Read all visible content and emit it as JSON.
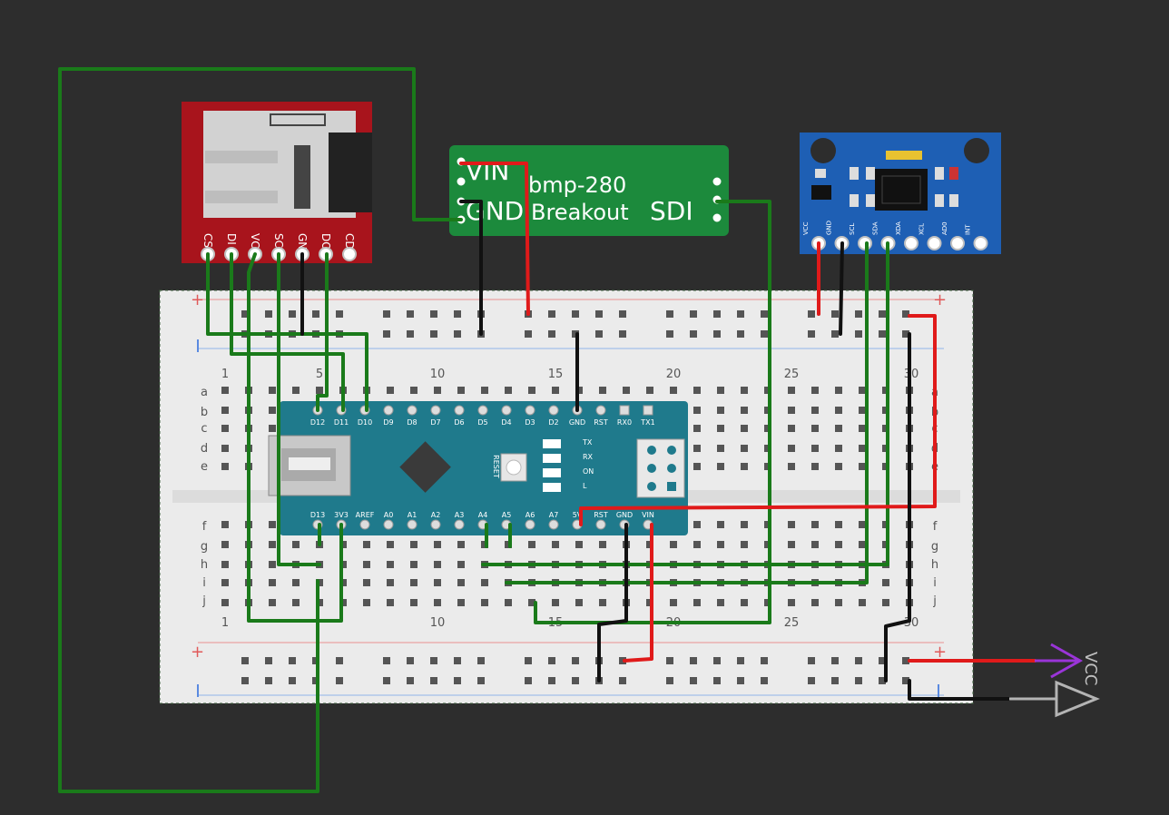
{
  "sd_module": {
    "pins": [
      "CS",
      "DI",
      "VCC",
      "SCK",
      "GND",
      "DO",
      "CD"
    ]
  },
  "bmp280": {
    "name_line1": "bmp-280",
    "name_line2": "Breakout",
    "pin_vin": "VIN",
    "pin_gnd": "GND",
    "pin_sdi": "SDI"
  },
  "imu": {
    "pins": [
      "VCC",
      "GND",
      "SCL",
      "SDA",
      "XDA",
      "XCL",
      "AD0",
      "INT"
    ]
  },
  "breadboard": {
    "column_numbers": [
      "1",
      "5",
      "10",
      "15",
      "20",
      "25",
      "30"
    ],
    "rows_top": [
      "a",
      "b",
      "c",
      "d",
      "e"
    ],
    "rows_bottom": [
      "f",
      "g",
      "h",
      "i",
      "j"
    ],
    "rail_plus": "+",
    "rail_minus": "-"
  },
  "nano": {
    "top_pins": [
      "D12",
      "D11",
      "D10",
      "D9",
      "D8",
      "D7",
      "D6",
      "D5",
      "D4",
      "D3",
      "D2",
      "GND",
      "RST",
      "RX0",
      "TX1"
    ],
    "bottom_pins": [
      "D13",
      "3V3",
      "AREF",
      "A0",
      "A1",
      "A2",
      "A3",
      "A4",
      "A5",
      "A6",
      "A7",
      "5V",
      "RST",
      "GND",
      "VIN"
    ],
    "reset_label": "RESET",
    "led_labels": [
      "TX",
      "RX",
      "ON",
      "L"
    ]
  },
  "power_symbols": {
    "vcc_label": "VCC"
  },
  "colors": {
    "background": "#2d2d2d",
    "wire_green": "#1a7a1a",
    "wire_red": "#e01a1a",
    "wire_black": "#111111",
    "sd_board": "#a8141c",
    "bmp_board": "#1c8a3c",
    "imu_board": "#1e5fb4",
    "nano_board": "#1f7a8c",
    "vcc_symbol": "#9a35d8",
    "gnd_symbol": "#b4b4b4"
  }
}
